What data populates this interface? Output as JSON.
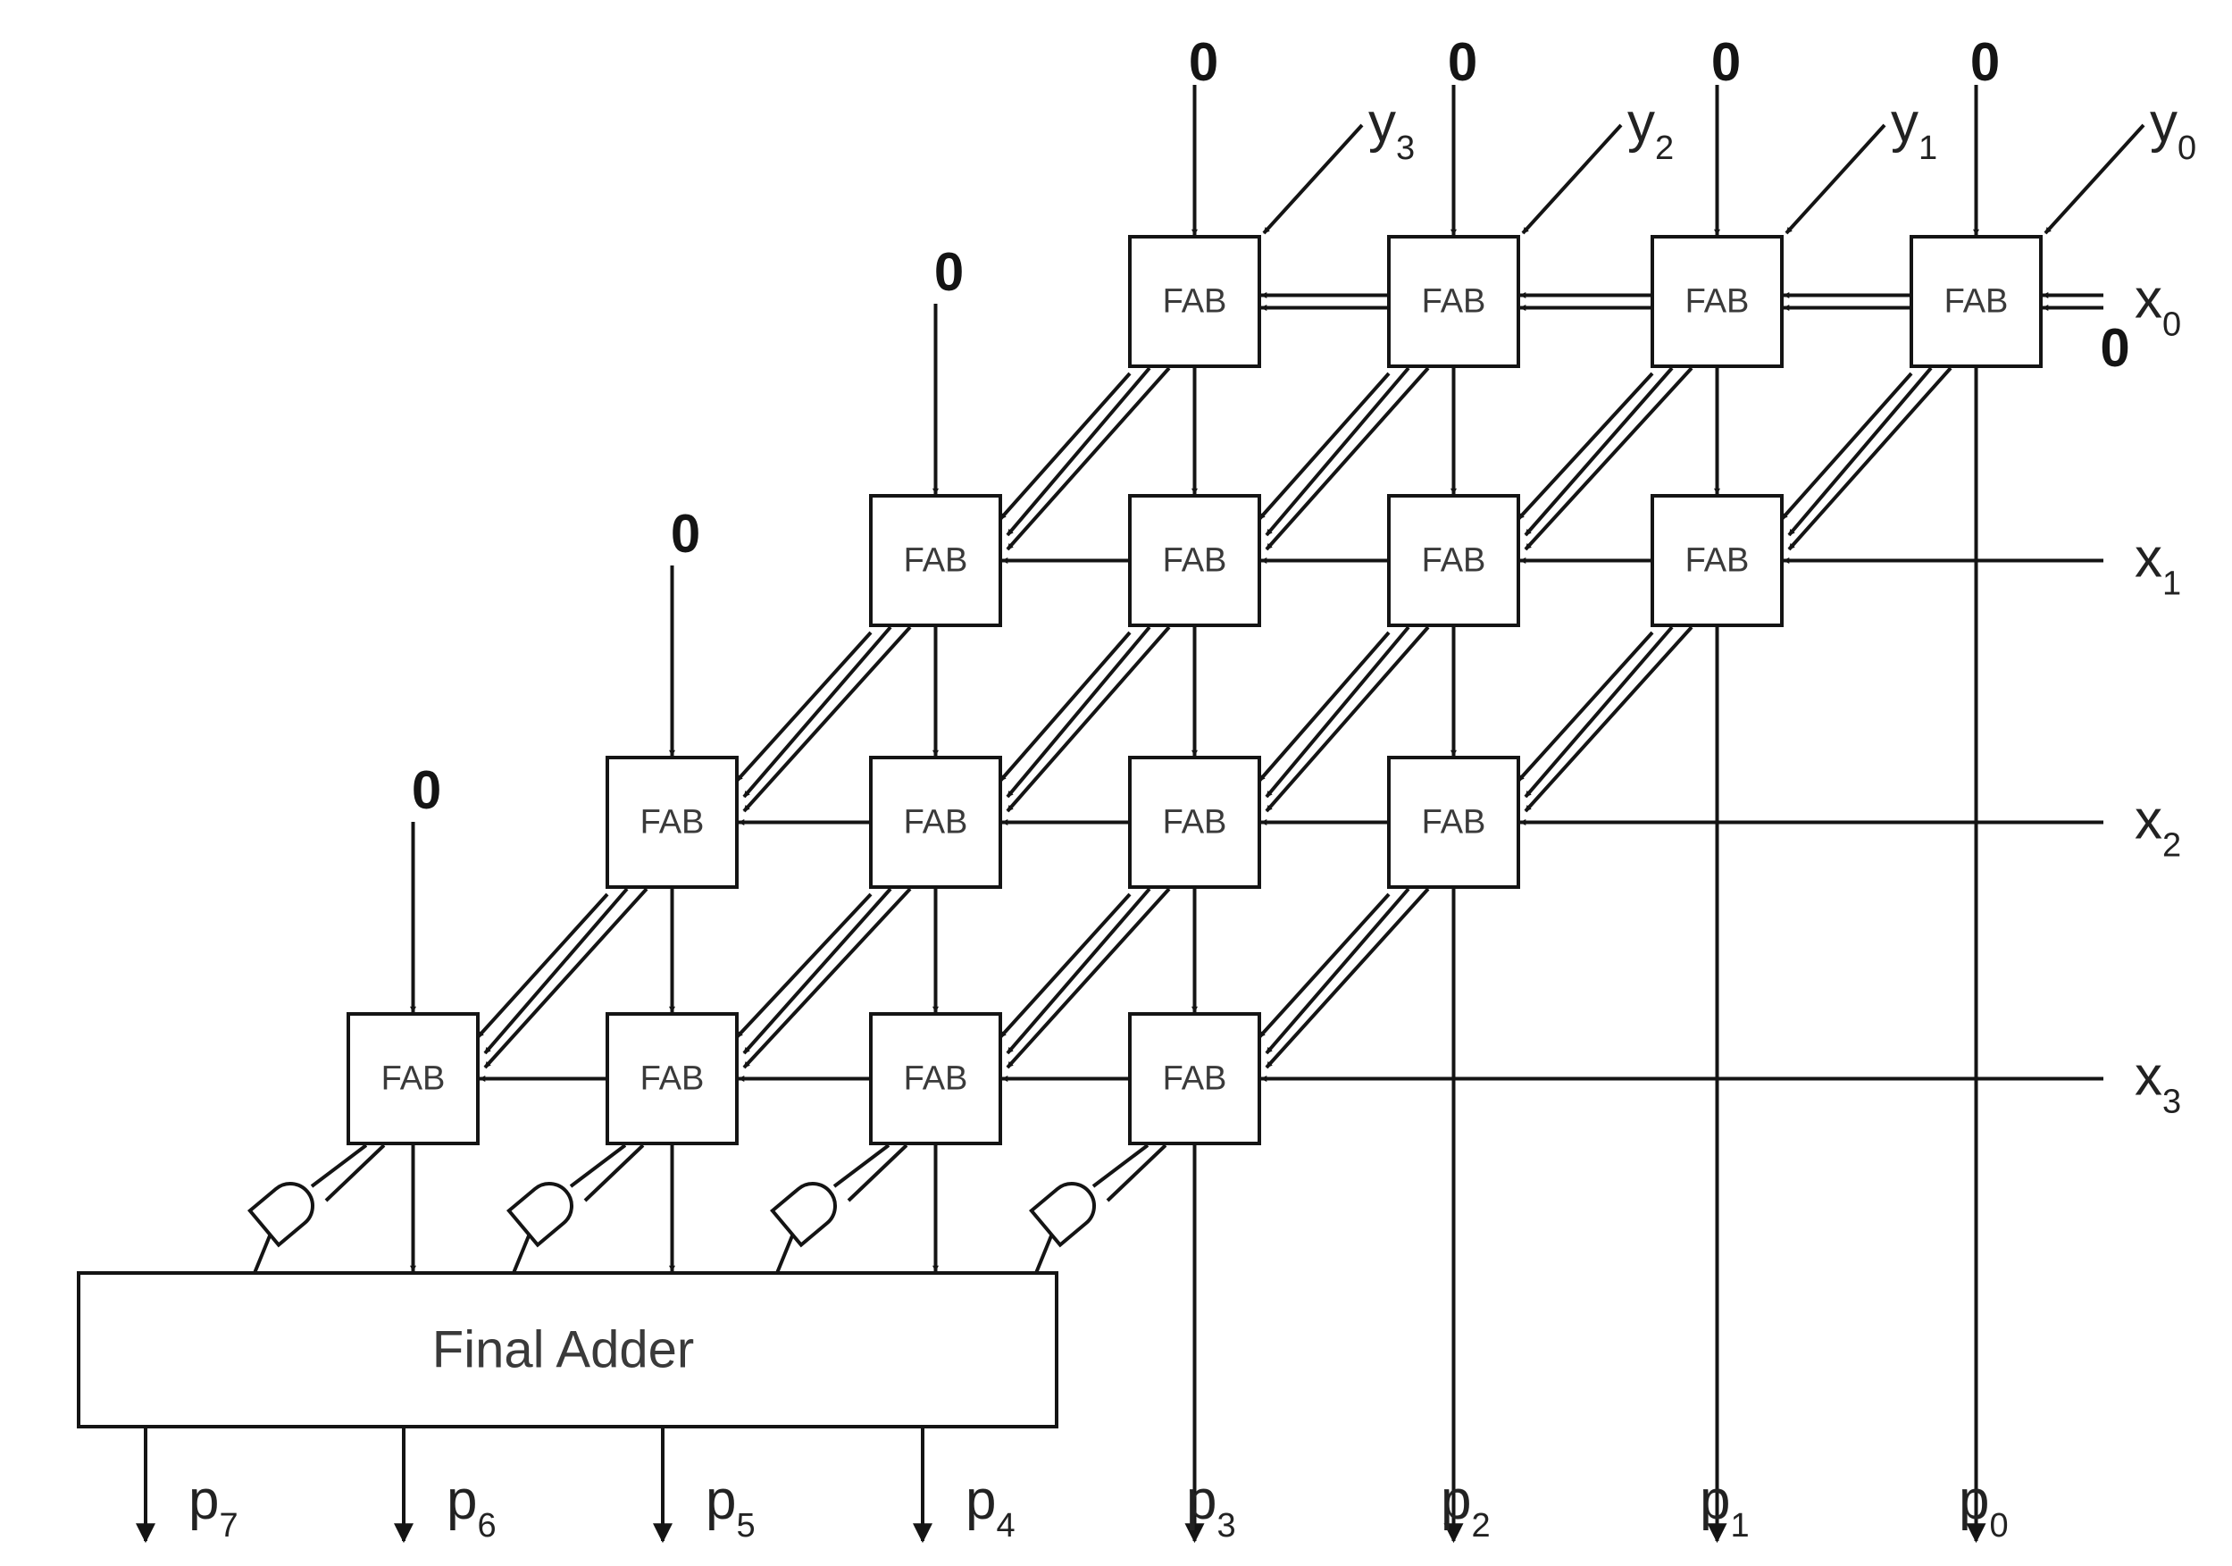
{
  "cell_label": "FAB",
  "zero_label": "0",
  "final_adder_label": "Final Adder",
  "y_inputs": [
    {
      "base": "y",
      "sub": "3"
    },
    {
      "base": "y",
      "sub": "2"
    },
    {
      "base": "y",
      "sub": "1"
    },
    {
      "base": "y",
      "sub": "0"
    }
  ],
  "x_inputs": [
    {
      "base": "x",
      "sub": "0"
    },
    {
      "base": "x",
      "sub": "1"
    },
    {
      "base": "x",
      "sub": "2"
    },
    {
      "base": "x",
      "sub": "3"
    }
  ],
  "outputs": [
    {
      "base": "p",
      "sub": "7"
    },
    {
      "base": "p",
      "sub": "6"
    },
    {
      "base": "p",
      "sub": "5"
    },
    {
      "base": "p",
      "sub": "4"
    },
    {
      "base": "p",
      "sub": "3"
    },
    {
      "base": "p",
      "sub": "2"
    },
    {
      "base": "p",
      "sub": "1"
    },
    {
      "base": "p",
      "sub": "0"
    }
  ],
  "colors": {
    "line": "#141414",
    "text": "#3a3a3a"
  }
}
